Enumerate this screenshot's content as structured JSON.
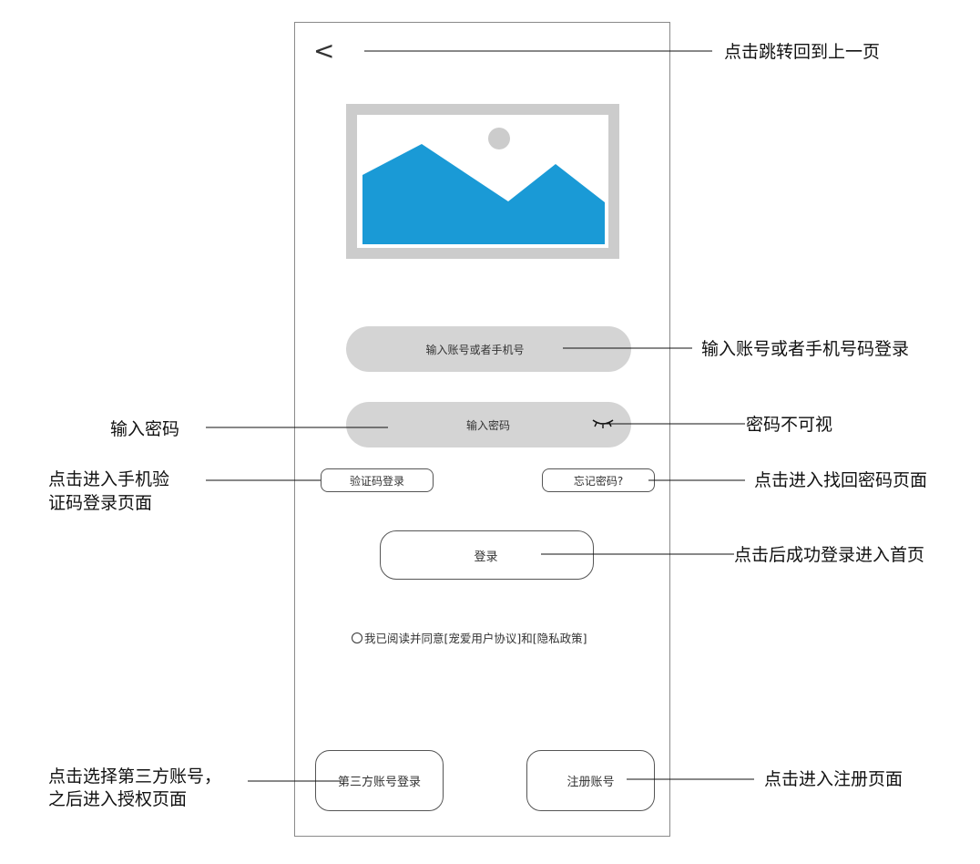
{
  "header": {
    "back_label": "<"
  },
  "form": {
    "account_placeholder": "输入账号或者手机号",
    "password_placeholder": "输入密码",
    "sms_login_label": "验证码登录",
    "forgot_password_label": "忘记密码?",
    "login_label": "登录",
    "agreement_text": "我已阅读并同意[宠爱用户协议]和[隐私政策]",
    "third_party_label": "第三方账号登录",
    "register_label": "注册账号"
  },
  "annotations": {
    "back": "点击跳转回到上一页",
    "account": "输入账号或者手机号码登录",
    "password": "输入密码",
    "eye": "密码不可视",
    "sms_line1": "点击进入手机验",
    "sms_line2": "证码登录页面",
    "forgot": "点击进入找回密码页面",
    "login": "点击后成功登录进入首页",
    "third_line1": "点击选择第三方账号，",
    "third_line2": "之后进入授权页面",
    "register": "点击进入注册页面"
  },
  "icons": {
    "back": "back-arrow-icon",
    "hero": "image-placeholder-icon",
    "eye": "eye-closed-icon",
    "radio": "radio-unchecked-icon"
  },
  "colors": {
    "pill_fill": "#d4d4d4",
    "image_frame": "#cccccc",
    "mountain": "#1a9ad6",
    "sun": "#cccccc"
  }
}
